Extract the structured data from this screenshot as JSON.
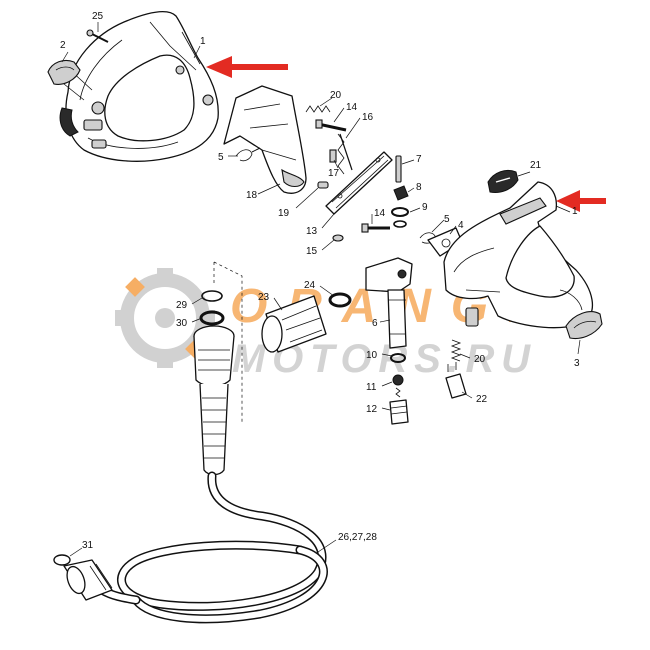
{
  "watermark": {
    "line1": "ORANGE",
    "line2": "MOTORS.RU",
    "color_orange": "#f5a04a",
    "color_gray": "#c9c9c9"
  },
  "colors": {
    "arrow": "#e32b22",
    "ink": "#111111"
  },
  "labels": {
    "p1a": "1",
    "p1b": "1",
    "p2": "2",
    "p3": "3",
    "p4": "4",
    "p5a": "5",
    "p5b": "5",
    "p6": "6",
    "p7": "7",
    "p8": "8",
    "p9": "9",
    "p10": "10",
    "p11": "11",
    "p12": "12",
    "p13": "13",
    "p14a": "14",
    "p14b": "14",
    "p15": "15",
    "p16": "16",
    "p17": "17",
    "p18": "18",
    "p19": "19",
    "p20a": "20",
    "p20b": "20",
    "p21": "21",
    "p22": "22",
    "p23": "23",
    "p24": "24",
    "p25": "25",
    "p26_28": "26,27,28",
    "p29": "29",
    "p30": "30",
    "p31": "31"
  }
}
